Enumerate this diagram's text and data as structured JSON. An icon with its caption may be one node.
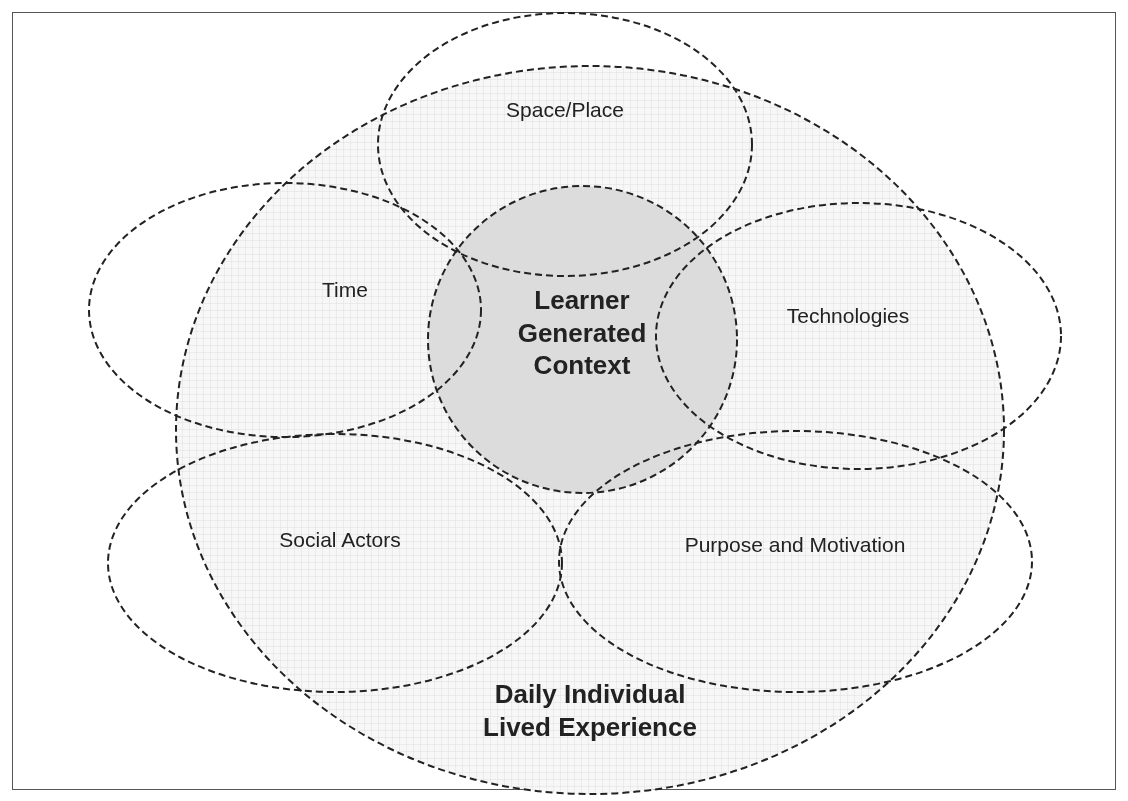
{
  "diagram": {
    "nodes": [
      {
        "text": [
          "Daily Individual Lived Experience"
        ]
      },
      {
        "text": [
          "Space/Place"
        ]
      },
      {
        "text": [
          "Time"
        ]
      },
      {
        "text": [
          "Learner Generated Context"
        ],
        "in": 0
      },
      {
        "text": [
          "Technologies"
        ]
      },
      {
        "text": [
          "Social Actors"
        ]
      },
      {
        "text": [
          "Purpose and Motivation"
        ]
      }
    ]
  }
}
